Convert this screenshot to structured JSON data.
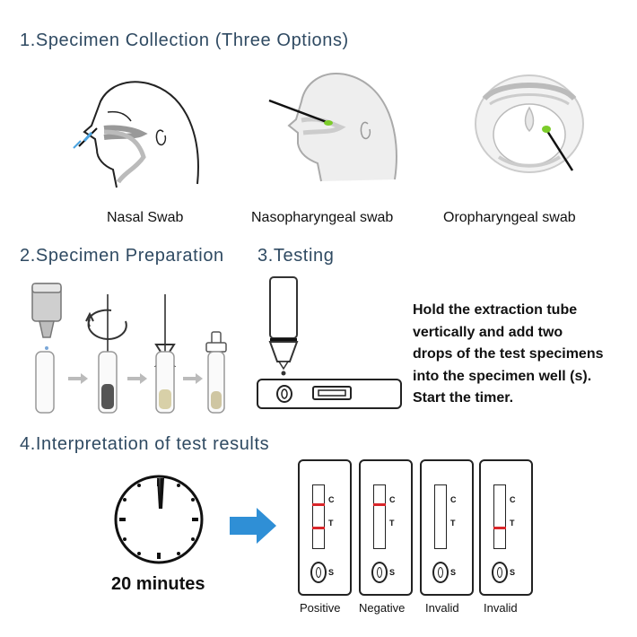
{
  "sections": {
    "collection_title": "1.Specimen Collection (Three Options)",
    "preparation_title": "2.Specimen Preparation",
    "testing_title": "3.Testing",
    "interpretation_title": "4.Interpretation of test results"
  },
  "swabs": {
    "nasal": "Nasal Swab",
    "nasopharyngeal": "Nasopharyngeal swab",
    "oropharyngeal": "Oropharyngeal swab"
  },
  "instructions": [
    "Hold the extraction tube",
    "vertically and add two",
    "drops of the test specimens",
    "into the specimen well (s).",
    "Start the timer."
  ],
  "timer": {
    "label": "20 minutes"
  },
  "card_marks": {
    "control": "C",
    "test": "T",
    "sample": "S"
  },
  "results": [
    {
      "label": "Positive"
    },
    {
      "label": "Negative"
    },
    {
      "label": "Invalid"
    },
    {
      "label": "Invalid"
    }
  ],
  "colors": {
    "title": "#2f4a62",
    "line": "#d9262a",
    "arrow": "#2f8fd6",
    "swab_tip": "#7ccc2a"
  }
}
